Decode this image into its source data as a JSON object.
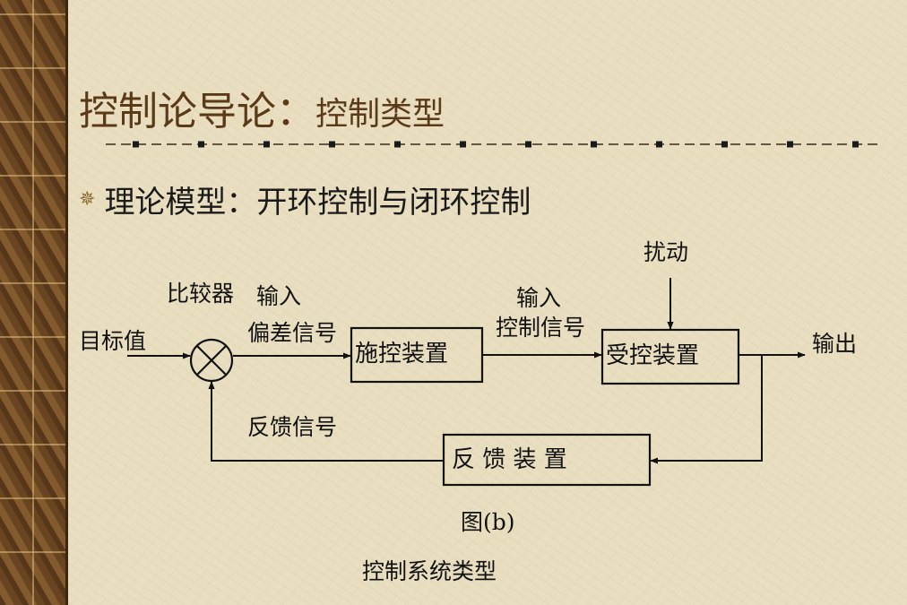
{
  "slide": {
    "title_main": "控制论导论：",
    "title_sub": "控制类型",
    "bullet_text": "理论模型：开环控制与闭环控制"
  },
  "diagram": {
    "target_label": "目标值",
    "comparator_label": "比较器",
    "input_label_1": "输入",
    "error_signal_label": "偏差信号",
    "controller_label": "施控装置",
    "input_label_2": "输入",
    "control_signal_label": "控制信号",
    "disturbance_label": "扰动",
    "plant_label": "受控装置",
    "output_label": "输出",
    "feedback_signal_label": "反馈信号",
    "feedback_device_label": "反 馈 装 置",
    "figure_label": "图(b)",
    "caption": "控制系统类型"
  },
  "colors": {
    "background": "#e9dfc0",
    "title": "#5a3a18",
    "line": "#111111"
  }
}
